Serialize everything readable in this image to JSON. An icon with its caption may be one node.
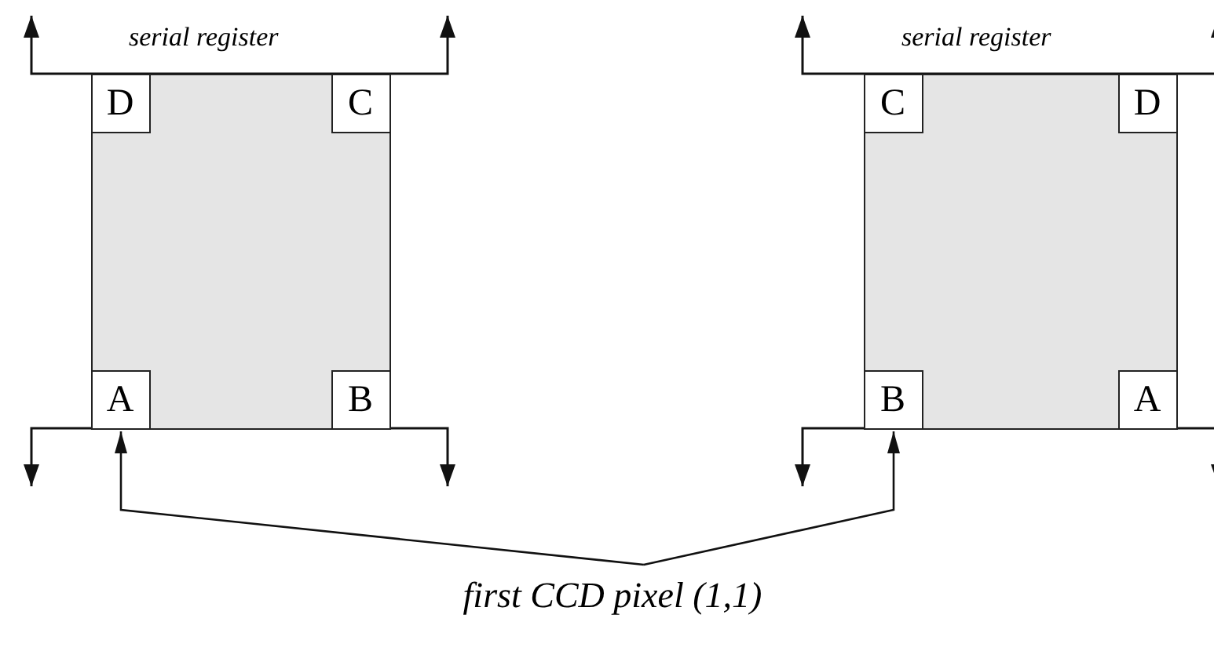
{
  "diagram": {
    "nodes": [
      {
        "text": [],
        "shape": "box"
      },
      {
        "text": [
          "D"
        ],
        "in": 0
      },
      {
        "text": [
          "C"
        ],
        "in": 0
      },
      {
        "text": [
          "A"
        ],
        "in": 0
      },
      {
        "text": [
          "B"
        ],
        "in": 0
      },
      {
        "text": [],
        "shape": "box"
      },
      {
        "text": [
          "C"
        ],
        "in": 5
      },
      {
        "text": [
          "D"
        ],
        "in": 5
      },
      {
        "text": [
          "B"
        ],
        "in": 5
      },
      {
        "text": [
          "A"
        ],
        "in": 5
      },
      {
        "text": [
          "first CCD pixel (1,1)"
        ]
      }
    ],
    "edges": [
      {
        "from": 10,
        "to": 3,
        "arrow": "to"
      },
      {
        "from": 10,
        "to": 8,
        "arrow": "to"
      }
    ],
    "labels": [
      "serial register",
      "serial register"
    ]
  }
}
